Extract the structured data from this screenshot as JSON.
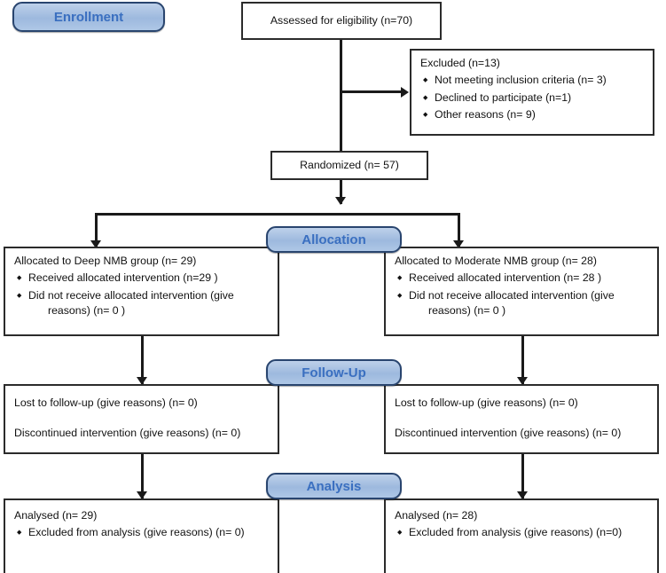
{
  "diagram": {
    "type": "consort-flow-diagram",
    "colors": {
      "pill_fill": "#aec7e6",
      "pill_border": "#29456f",
      "pill_text": "#3a6fc0",
      "box_border": "#2b2b2b",
      "box_text": "#111111",
      "connector": "#1a1a1a",
      "background": "#ffffff"
    }
  },
  "stages": {
    "enrollment": "Enrollment",
    "allocation": "Allocation",
    "follow_up": "Follow-Up",
    "analysis": "Analysis"
  },
  "enrollment": {
    "assessed": "Assessed for eligibility (n=70)",
    "excluded": {
      "heading": "Excluded (n=13)",
      "reasons": [
        "Not meeting inclusion criteria (n= 3)",
        "Declined to participate (n=1)",
        "Other reasons (n= 9)"
      ]
    },
    "randomized": "Randomized (n= 57)"
  },
  "allocation": {
    "left": {
      "heading": "Allocated to Deep NMB group (n= 29)",
      "items": [
        {
          "line1": "Received allocated intervention (n=29  )",
          "line2": ""
        },
        {
          "line1": "Did not receive allocated intervention (give",
          "line2": "reasons) (n= 0 )"
        }
      ]
    },
    "right": {
      "heading": "Allocated to Moderate NMB group (n= 28)",
      "items": [
        {
          "line1": "Received allocated intervention (n= 28 )",
          "line2": ""
        },
        {
          "line1": "Did not receive allocated intervention (give",
          "line2": "reasons) (n= 0 )"
        }
      ]
    }
  },
  "follow_up": {
    "left": {
      "line1": "Lost to follow-up (give reasons) (n= 0)",
      "line2": "Discontinued intervention (give reasons) (n= 0)"
    },
    "right": {
      "line1": "Lost to follow-up (give reasons) (n= 0)",
      "line2": "Discontinued intervention (give reasons) (n= 0)"
    }
  },
  "analysis": {
    "left": {
      "heading": "Analysed (n= 29)",
      "items": [
        "Excluded from analysis (give reasons) (n= 0)"
      ]
    },
    "right": {
      "heading": "Analysed (n= 28)",
      "items": [
        "Excluded from analysis (give reasons) (n=0)"
      ]
    }
  },
  "counts": {
    "assessed": 70,
    "excluded_total": 13,
    "excluded_not_meeting_criteria": 3,
    "excluded_declined": 1,
    "excluded_other": 9,
    "randomized": 57,
    "deep_allocated": 29,
    "deep_received": 29,
    "deep_not_received": 0,
    "deep_lost": 0,
    "deep_discontinued": 0,
    "deep_analysed": 29,
    "deep_excluded_from_analysis": 0,
    "moderate_allocated": 28,
    "moderate_received": 28,
    "moderate_not_received": 0,
    "moderate_lost": 0,
    "moderate_discontinued": 0,
    "moderate_analysed": 28,
    "moderate_excluded_from_analysis": 0
  }
}
